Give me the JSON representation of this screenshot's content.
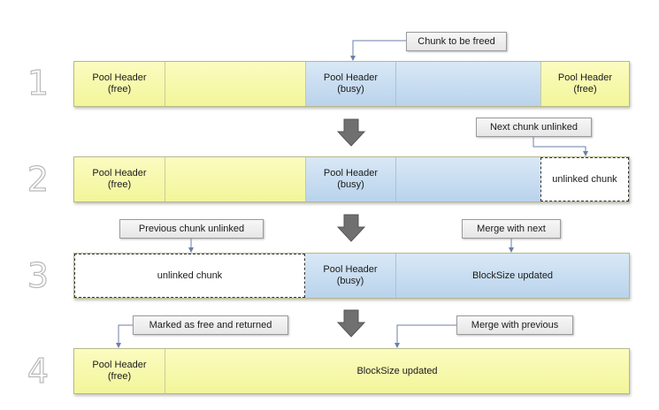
{
  "steps": [
    "1",
    "2",
    "3",
    "4"
  ],
  "labels": {
    "pool_header_free": "Pool Header\n(free)",
    "pool_header_busy": "Pool Header\n(busy)",
    "unlinked_chunk": "unlinked chunk",
    "blocksize_updated": "BlockSize updated"
  },
  "callouts": {
    "chunk_to_be_freed": "Chunk to be freed",
    "next_chunk_unlinked": "Next chunk unlinked",
    "previous_chunk_unlinked": "Previous chunk unlinked",
    "merge_with_next": "Merge with next",
    "marked_free_returned": "Marked as free and returned",
    "merge_with_previous": "Merge with previous"
  },
  "colors": {
    "free_chunk": "#f6f8a8",
    "busy_chunk": "#c6dcf1",
    "arrow": "#6e6e6e"
  }
}
